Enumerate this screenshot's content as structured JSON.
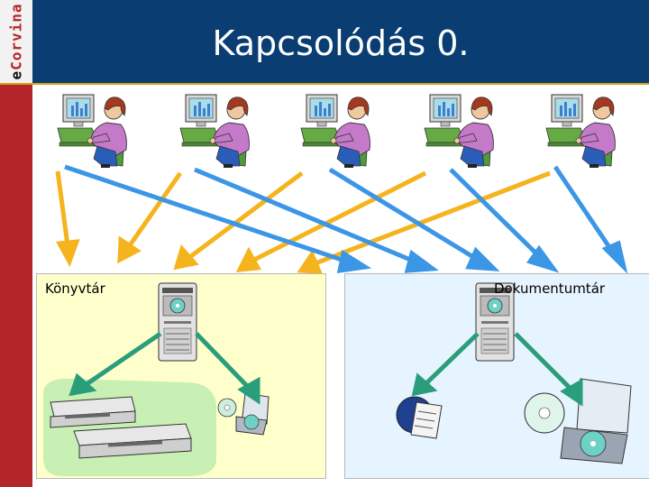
{
  "logo": {
    "prefix": "e",
    "name": "Corvina"
  },
  "title": "Kapcsolódás 0.",
  "panels": {
    "left_label": "Könyvtár",
    "right_label": "Dokumentumtár"
  },
  "colors": {
    "header": "#0a3e73",
    "sidebar": "#b2262a",
    "accent": "#d4a017",
    "arrow_yellow": "#f5b41e",
    "arrow_blue": "#3c96e6",
    "arrow_teal": "#2a9d7a",
    "panel_left": "#ffffcc",
    "panel_right": "#e6f4ff"
  },
  "icons": [
    "user-at-computer-icon",
    "server-tower-icon",
    "vcr-icon",
    "cd-drive-icon",
    "document-stack-icon"
  ]
}
